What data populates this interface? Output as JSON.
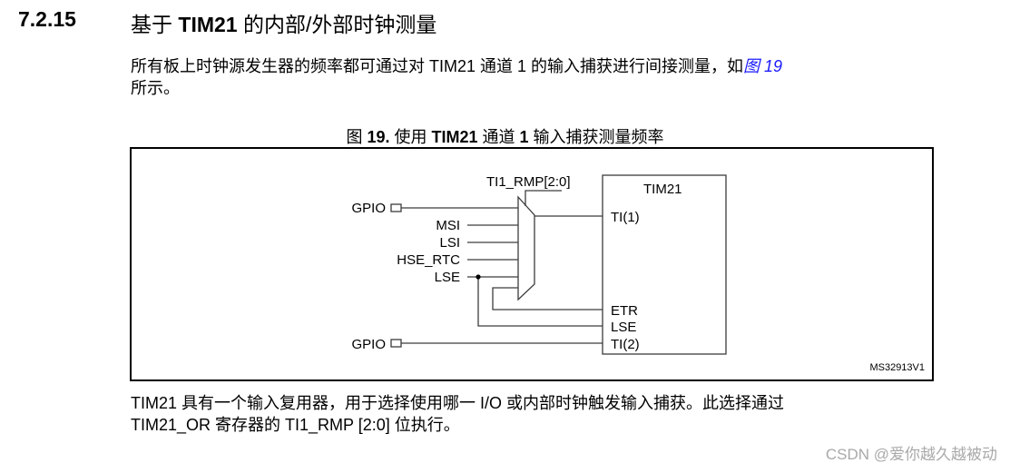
{
  "section": {
    "number": "7.2.15",
    "title_prefix": "基于 ",
    "title_bold": "TIM21",
    "title_suffix": " 的内部/外部时钟测量"
  },
  "intro": {
    "line1_text": "所有板上时钟源发生器的频率都可通过对 TIM21 通道 1 的输入捕获进行间接测量，如",
    "line1_link": "图 19",
    "line2_text": "所示。"
  },
  "figure": {
    "title_prefix": "图 ",
    "title_num": "19.",
    "title_mid1": " 使用 ",
    "title_bold1": "TIM21",
    "title_mid2": " 通道 ",
    "title_bold2": "1",
    "title_suffix": " 输入捕获测量频率",
    "select_label": "TI1_RMP[2:0]",
    "block_name": "TIM21",
    "inputs": [
      "GPIO",
      "MSI",
      "LSI",
      "HSE_RTC",
      "LSE"
    ],
    "gpio2_label": "GPIO",
    "ports": [
      "TI(1)",
      "ETR",
      "LSE",
      "TI(2)"
    ],
    "ref_code": "MS32913V1"
  },
  "body": {
    "line1": "TIM21 具有一个输入复用器，用于选择使用哪一 I/O 或内部时钟触发输入捕获。此选择通过",
    "line2": "TIM21_OR 寄存器的 TI1_RMP [2:0] 位执行。"
  },
  "watermark": "CSDN @爱你越久越被动",
  "colors": {
    "text": "#000000",
    "link": "#1a1aff",
    "wire": "#3c3c3c",
    "watermark": "#a9a9a9"
  }
}
